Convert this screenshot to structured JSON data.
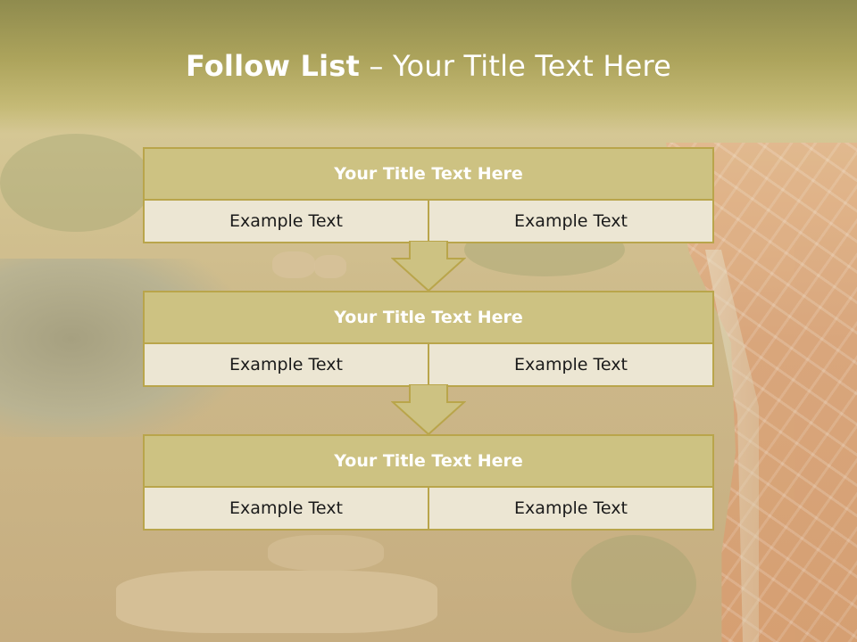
{
  "slide": {
    "title_bold": "Follow List",
    "title_rest": " – Your Title Text Here"
  },
  "blocks": [
    {
      "title": "Your Title Text Here",
      "left_text": "Example Text",
      "right_text": "Example Text"
    },
    {
      "title": "Your Title Text Here",
      "left_text": "Example Text",
      "right_text": "Example Text"
    },
    {
      "title": "Your Title Text Here",
      "left_text": "Example Text",
      "right_text": "Example Text"
    }
  ],
  "colors": {
    "header_fill": "#cdc282",
    "border": "#b9a54b",
    "cell_fill": "#ece6d3",
    "title_text": "#ffffff"
  }
}
